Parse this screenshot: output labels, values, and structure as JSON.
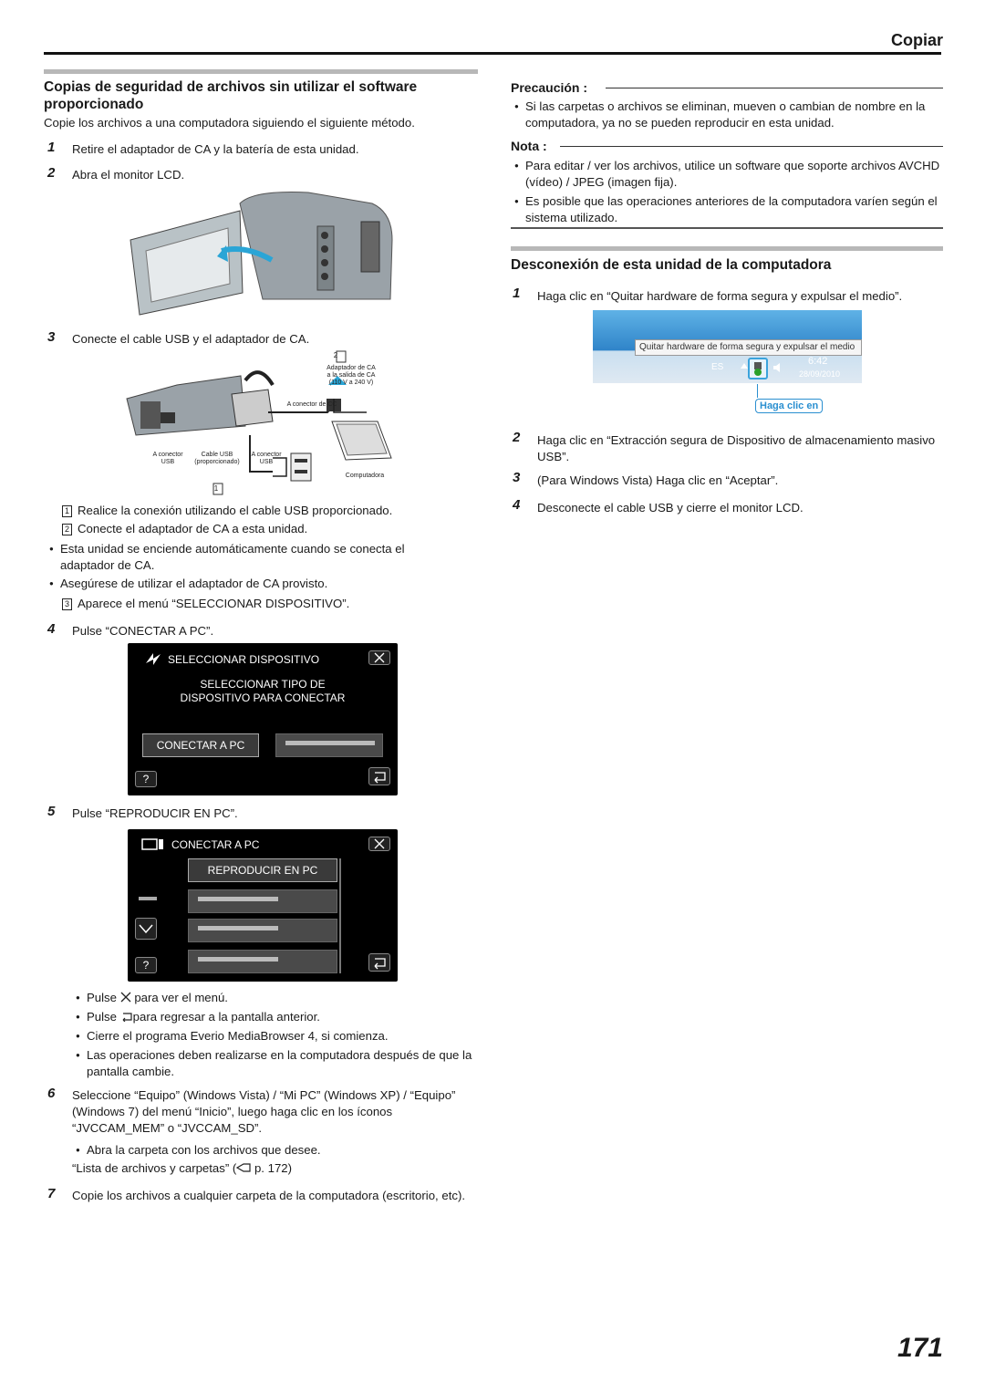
{
  "header": {
    "section": "Copiar"
  },
  "left": {
    "heading": "Copias de seguridad de archivos sin utilizar el software proporcionado",
    "intro": "Copie los archivos a una computadora siguiendo el siguiente método.",
    "step1": {
      "num": "1",
      "text": "Retire el adaptador de CA y la batería de esta unidad."
    },
    "step2": {
      "num": "2",
      "text": "Abra el monitor LCD."
    },
    "step3": {
      "num": "3",
      "text": "Conecte el cable USB y el adaptador de CA."
    },
    "diagram": {
      "label_ac": "Adaptador de CA\na la salida de CA\n(110 V a 240 V)",
      "label_dc": "A conector de CC",
      "label_usb_a": "A conector\nUSB",
      "label_cable": "Cable USB\n(proporcionado)",
      "label_usb_b": "A conector\nUSB",
      "label_pc": "Computadora",
      "mark1": "1",
      "mark2": "2"
    },
    "sub1": {
      "n": "1",
      "text": "Realice la conexión utilizando el cable USB proporcionado."
    },
    "sub2": {
      "n": "2",
      "text": "Conecte el adaptador de CA a esta unidad."
    },
    "bullet_a": "Esta unidad se enciende automáticamente cuando se conecta el adaptador de CA.",
    "bullet_b": "Asegúrese de utilizar el adaptador de CA provisto.",
    "sub3": {
      "n": "3",
      "text": "Aparece el menú “SELECCIONAR DISPOSITIVO”."
    },
    "step4": {
      "num": "4",
      "text": "Pulse “CONECTAR A PC”."
    },
    "screen1": {
      "title": "SELECCIONAR DISPOSITIVO",
      "line1": "SELECCIONAR TIPO DE",
      "line2": "DISPOSITIVO PARA CONECTAR",
      "button": "CONECTAR A PC",
      "help": "?"
    },
    "step5": {
      "num": "5",
      "text": "Pulse “REPRODUCIR EN PC”."
    },
    "screen2": {
      "title": "CONECTAR A PC",
      "button": "REPRODUCIR EN PC",
      "help": "?"
    },
    "bullet_c_pre": "Pulse",
    "bullet_c_post": "para ver el menú.",
    "bullet_d_pre": "Pulse",
    "bullet_d_post": "para regresar a la pantalla anterior.",
    "bullet_e": "Cierre el programa Everio MediaBrowser 4, si comienza.",
    "bullet_f": "Las operaciones deben realizarse en la computadora después de que la pantalla cambie.",
    "step6": {
      "num": "6",
      "text": "Seleccione “Equipo” (Windows Vista) / “Mi PC” (Windows XP) / “Equipo” (Windows 7) del menú “Inicio”, luego haga clic en los íconos “JVCCAM_MEM” o “JVCCAM_SD”."
    },
    "bullet_g": "Abra la carpeta con los archivos que desee.",
    "link_pre": "“Lista de archivos y carpetas” (",
    "link_post": " p. 172)",
    "step7": {
      "num": "7",
      "text": "Copie los archivos a cualquier carpeta de la computadora (escritorio, etc)."
    }
  },
  "right": {
    "caution": {
      "title": "Precaución :",
      "bullet": "Si las carpetas o archivos se eliminan, mueven o cambian de nombre en la computadora, ya no se pueden reproducir en esta unidad."
    },
    "note": {
      "title": "Nota :",
      "bullet1": "Para editar / ver los archivos, utilice un software que soporte archivos AVCHD (vídeo) / JPEG (imagen fija).",
      "bullet2": "Es posible que las operaciones anteriores de la computadora varíen según el sistema utilizado."
    },
    "heading": "Desconexión de esta unidad de la computadora",
    "step1": {
      "num": "1",
      "text": "Haga clic en “Quitar hardware de forma segura y expulsar el medio”."
    },
    "taskbar": {
      "tooltip": "Quitar hardware de forma segura y expulsar el medio",
      "lang": "ES",
      "time": "6:42",
      "date": "28/09/2010",
      "callout": "Haga clic en"
    },
    "step2": {
      "num": "2",
      "text": "Haga clic en “Extracción segura de Dispositivo de almacenamiento masivo USB”."
    },
    "step3": {
      "num": "3",
      "text": "(Para Windows Vista) Haga clic en “Aceptar”."
    },
    "step4": {
      "num": "4",
      "text": "Desconecte el cable USB y cierre el monitor LCD."
    }
  },
  "page_number": "171"
}
